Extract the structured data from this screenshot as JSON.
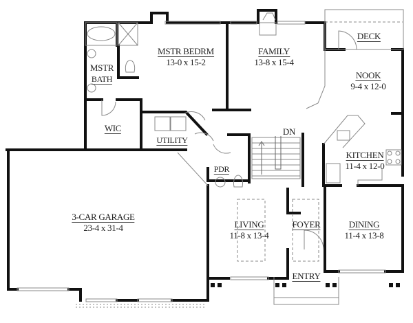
{
  "plan": {
    "type": "floor-plan",
    "rooms": [
      {
        "id": "mstr-bedrm",
        "name": "MSTR BEDRM",
        "dims": "13-0 x 15-2"
      },
      {
        "id": "mstr-bath",
        "name_line1": "MSTR",
        "name_line2": "BATH"
      },
      {
        "id": "family",
        "name": "FAMILY",
        "dims": "13-8 x 15-4"
      },
      {
        "id": "deck",
        "name": "DECK"
      },
      {
        "id": "nook",
        "name": "NOOK",
        "dims": "9-4 x 12-0"
      },
      {
        "id": "wic",
        "name": "WIC"
      },
      {
        "id": "utility",
        "name": "UTILITY"
      },
      {
        "id": "stairs",
        "name": "DN"
      },
      {
        "id": "kitchen",
        "name": "KITCHEN",
        "dims": "11-4 x 12-0"
      },
      {
        "id": "pdr",
        "name": "PDR"
      },
      {
        "id": "garage",
        "name": "3-CAR GARAGE",
        "dims": "23-4 x 31-4"
      },
      {
        "id": "living",
        "name": "LIVING",
        "dims": "11-8 x 13-4"
      },
      {
        "id": "foyer",
        "name": "FOYER"
      },
      {
        "id": "dining",
        "name": "DINING",
        "dims": "11-4 x 13-8"
      },
      {
        "id": "entry",
        "name": "ENTRY"
      }
    ]
  },
  "colors": {
    "wall": "#111111",
    "line": "#888888",
    "background": "#ffffff"
  }
}
